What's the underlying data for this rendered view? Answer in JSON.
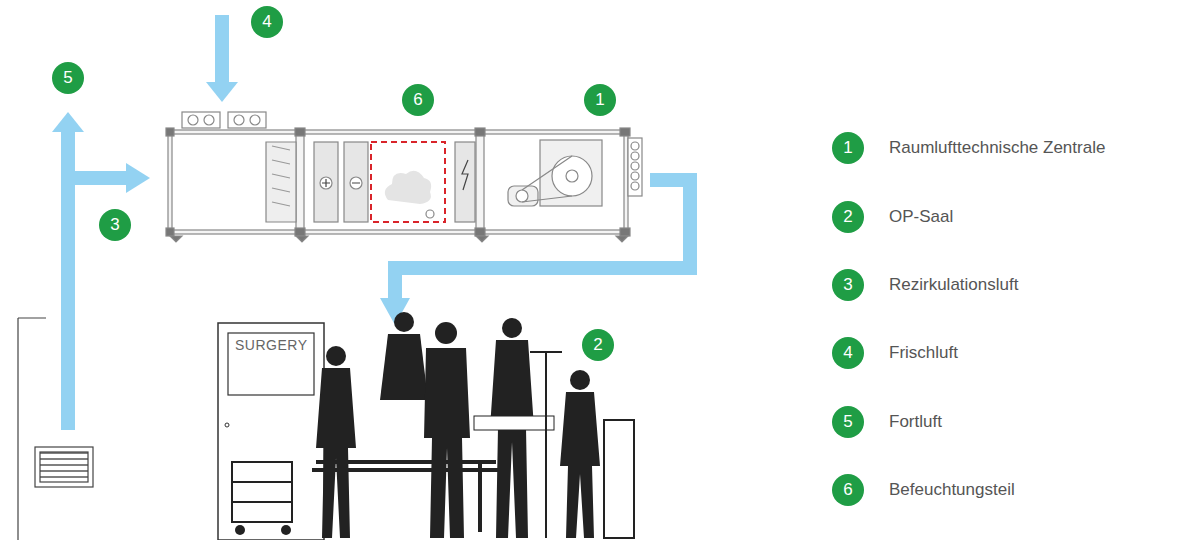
{
  "diagram": {
    "labels": [
      "5",
      "4",
      "6",
      "1",
      "3",
      "2",
      "SURGERY",
      "1",
      "2",
      "3",
      "4",
      "5",
      "6"
    ],
    "legend": [
      {
        "text": "Raumlufttechnische Zentrale",
        "color": "#1f9d45"
      },
      {
        "text": "OP-Saal",
        "color": "#1f9d45"
      },
      {
        "text": "Rezirkulationsluft",
        "color": "#1f9d45"
      },
      {
        "text": "Frischluft",
        "color": "#1f9d45"
      },
      {
        "text": "Fortluft",
        "color": "#1f9d45"
      },
      {
        "text": "Befeuchtungsteil",
        "color": "#1f9d45"
      }
    ]
  }
}
